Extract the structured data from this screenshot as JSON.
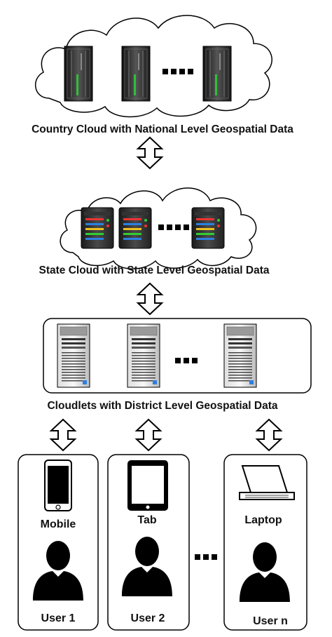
{
  "labels": {
    "country": "Country Cloud with National Level Geospatial Data",
    "state": "State Cloud with State Level Geospatial Data",
    "cloudlets": "Cloudlets with District Level Geospatial Data"
  },
  "devices": [
    {
      "device": "Mobile",
      "user": "User 1"
    },
    {
      "device": "Tab",
      "user": "User 2"
    },
    {
      "device": "Laptop",
      "user": "User n"
    }
  ],
  "icons": [
    "cloud-icon",
    "server-rack-icon",
    "tower-server-icon",
    "desktop-tower-icon",
    "double-arrow-icon",
    "mobile-phone-icon",
    "tablet-icon",
    "laptop-icon",
    "user-silhouette-icon"
  ],
  "colors": {
    "stroke": "#000000",
    "server_dark": "#2a2a2a",
    "server_green": "#2fbf3a",
    "led_red": "#e33",
    "led_blue": "#2e7fe0",
    "led_yellow": "#f0c020",
    "led_green": "#3c3"
  }
}
